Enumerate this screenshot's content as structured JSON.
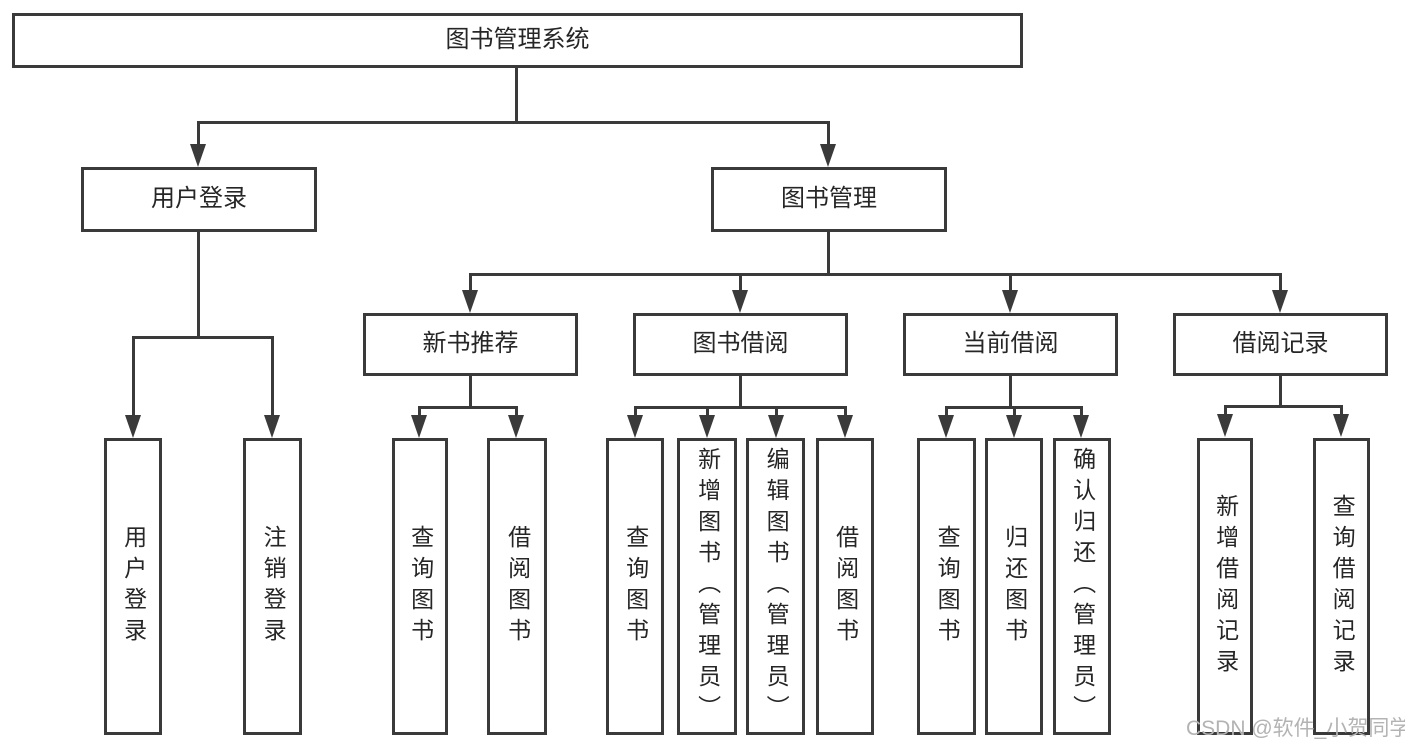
{
  "diagram": {
    "title": "图书管理系统",
    "watermark": "CSDN @软件_小贺同学",
    "colors": {
      "line": "#3a3a3a",
      "text": "#262626",
      "watermark": "#b3b3b3",
      "background": "#ffffff"
    },
    "nodes": {
      "root": "图书管理系统",
      "user_login": "用户登录",
      "book_mgmt": "图书管理",
      "new_book_rec": "新书推荐",
      "book_borrow": "图书借阅",
      "current_borrow": "当前借阅",
      "borrow_records": "借阅记录",
      "v_user_login": "用户登录",
      "v_logout": "注销登录",
      "v_query_book_rec": "查询图书",
      "v_borrow_book_rec": "借阅图书",
      "v_query_book_borrow": "查询图书",
      "v_add_book": "新增图书（管理员）",
      "v_edit_book": "编辑图书（管理员）",
      "v_borrow_book_borrow": "借阅图书",
      "v_query_book_current": "查询图书",
      "v_return_book": "归还图书",
      "v_confirm_return": "确认归还（管理员）",
      "v_add_borrow_record": "新增借阅记录",
      "v_query_borrow_record": "查询借阅记录"
    }
  }
}
